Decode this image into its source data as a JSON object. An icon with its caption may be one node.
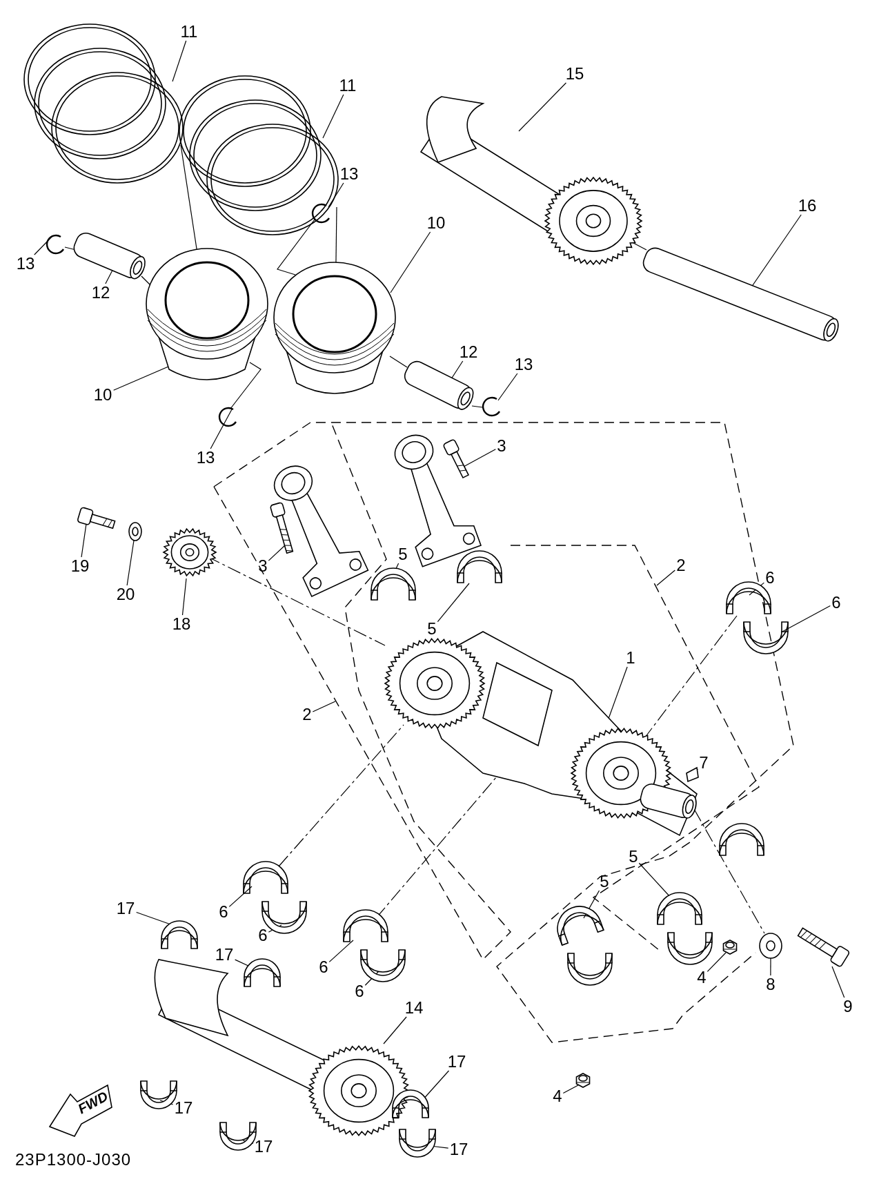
{
  "diagram": {
    "nodes": [
      {
        "text": [
          "11"
        ]
      },
      {
        "text": [
          "15"
        ]
      },
      {
        "text": [
          "11"
        ]
      },
      {
        "text": [
          "13"
        ]
      },
      {
        "text": [
          "16"
        ]
      },
      {
        "text": [
          "10"
        ]
      },
      {
        "text": [
          "13"
        ]
      },
      {
        "text": [
          "12"
        ]
      },
      {
        "text": [
          "12"
        ]
      },
      {
        "text": [
          "13"
        ]
      },
      {
        "text": [
          "10"
        ]
      },
      {
        "text": [
          "3"
        ]
      },
      {
        "text": [
          "13"
        ]
      },
      {
        "text": [
          "19"
        ]
      },
      {
        "text": [
          "3"
        ]
      },
      {
        "text": [
          "5"
        ]
      },
      {
        "text": [
          "2"
        ]
      },
      {
        "text": [
          "6"
        ]
      },
      {
        "text": [
          "20"
        ]
      },
      {
        "text": [
          "6"
        ]
      },
      {
        "text": [
          "18"
        ]
      },
      {
        "text": [
          "5"
        ]
      },
      {
        "text": [
          "1"
        ]
      },
      {
        "text": [
          "2"
        ]
      },
      {
        "text": [
          "7"
        ]
      },
      {
        "text": [
          "5"
        ]
      },
      {
        "text": [
          "5"
        ]
      },
      {
        "text": [
          "17"
        ]
      },
      {
        "text": [
          "6"
        ]
      },
      {
        "text": [
          "6"
        ]
      },
      {
        "text": [
          "17"
        ]
      },
      {
        "text": [
          "6"
        ]
      },
      {
        "text": [
          "4"
        ]
      },
      {
        "text": [
          "8"
        ]
      },
      {
        "text": [
          "6"
        ]
      },
      {
        "text": [
          "9"
        ]
      },
      {
        "text": [
          "14"
        ]
      },
      {
        "text": [
          "17"
        ]
      },
      {
        "text": [
          "4"
        ]
      },
      {
        "text": [
          "17"
        ]
      },
      {
        "text": [
          "17"
        ]
      },
      {
        "text": [
          "17"
        ]
      },
      {
        "text": [],
        "shape": "picture"
      },
      {
        "text": [],
        "shape": "picture"
      },
      {
        "text": [],
        "shape": "picture"
      },
      {
        "text": [],
        "shape": "picture"
      },
      {
        "text": [],
        "shape": "picture"
      },
      {
        "text": [],
        "shape": "picture"
      },
      {
        "text": [],
        "shape": "picture"
      },
      {
        "text": [],
        "shape": "picture"
      },
      {
        "text": [],
        "shape": "picture"
      },
      {
        "text": [],
        "shape": "picture"
      },
      {
        "text": [],
        "shape": "picture"
      },
      {
        "text": [],
        "shape": "picture"
      },
      {
        "text": [],
        "shape": "picture"
      },
      {
        "text": [],
        "shape": "picture"
      },
      {
        "text": [],
        "shape": "picture"
      },
      {
        "text": [],
        "shape": "picture"
      },
      {
        "text": [],
        "shape": "picture"
      },
      {
        "text": [],
        "shape": "picture"
      },
      {
        "text": [],
        "shape": "picture"
      },
      {
        "text": [],
        "shape": "picture"
      },
      {
        "text": [],
        "shape": "picture"
      },
      {
        "text": [],
        "shape": "picture"
      },
      {
        "text": [],
        "shape": "picture"
      },
      {
        "text": [],
        "shape": "picture"
      },
      {
        "text": [],
        "shape": "picture"
      },
      {
        "text": [],
        "shape": "picture"
      },
      {
        "text": [],
        "shape": "picture"
      },
      {
        "text": [],
        "shape": "picture"
      },
      {
        "text": [],
        "shape": "picture"
      },
      {
        "text": [],
        "shape": "picture"
      },
      {
        "text": [],
        "shape": "picture"
      },
      {
        "text": [],
        "shape": "picture"
      },
      {
        "text": [],
        "shape": "picture"
      },
      {
        "text": [],
        "shape": "picture"
      },
      {
        "text": [],
        "shape": "picture"
      },
      {
        "text": [],
        "shape": "picture"
      },
      {
        "text": [],
        "shape": "picture"
      },
      {
        "text": [],
        "shape": "picture"
      },
      {
        "text": [],
        "shape": "picture"
      },
      {
        "text": [],
        "shape": "picture"
      },
      {
        "text": [],
        "shape": "picture"
      },
      {
        "text": [],
        "shape": "picture"
      },
      {
        "text": [],
        "shape": "picture"
      },
      {
        "text": [],
        "shape": "picture"
      },
      {
        "text": [],
        "shape": "picture"
      }
    ],
    "edges": [
      {
        "from": 0,
        "to": 42,
        "arrow": "none"
      },
      {
        "from": 1,
        "to": 52,
        "arrow": "none"
      },
      {
        "from": 2,
        "to": 43,
        "arrow": "none"
      },
      {
        "from": 3,
        "to": 49,
        "arrow": "none"
      },
      {
        "from": 4,
        "to": 53,
        "arrow": "none"
      },
      {
        "from": 5,
        "to": 45,
        "arrow": "none"
      },
      {
        "from": 6,
        "to": 48,
        "arrow": "none"
      },
      {
        "from": 7,
        "to": 46,
        "arrow": "none"
      },
      {
        "from": 8,
        "to": 47,
        "arrow": "none"
      },
      {
        "from": 9,
        "to": 51,
        "arrow": "none"
      },
      {
        "from": 10,
        "to": 44,
        "arrow": "none"
      },
      {
        "from": 11,
        "to": 57,
        "arrow": "none"
      },
      {
        "from": 12,
        "to": 50,
        "arrow": "none"
      },
      {
        "from": 13,
        "to": 58,
        "arrow": "none"
      },
      {
        "from": 14,
        "to": 56,
        "arrow": "none"
      },
      {
        "from": 15,
        "to": 68,
        "arrow": "none"
      },
      {
        "from": 16,
        "to": null,
        "arrow": "none"
      },
      {
        "from": 17,
        "to": 62,
        "arrow": "none"
      },
      {
        "from": 18,
        "to": 59,
        "arrow": "none"
      },
      {
        "from": 19,
        "to": 63,
        "arrow": "none"
      },
      {
        "from": 20,
        "to": 60,
        "arrow": "none"
      },
      {
        "from": 21,
        "to": 69,
        "arrow": "none"
      },
      {
        "from": 22,
        "to": 61,
        "arrow": "none"
      },
      {
        "from": 23,
        "to": null,
        "arrow": "none"
      },
      {
        "from": 24,
        "to": 77,
        "arrow": "none"
      },
      {
        "from": 25,
        "to": 71,
        "arrow": "none"
      },
      {
        "from": 26,
        "to": 70,
        "arrow": "none"
      },
      {
        "from": 27,
        "to": 81,
        "arrow": "none"
      },
      {
        "from": 28,
        "to": 64,
        "arrow": "none"
      },
      {
        "from": 29,
        "to": 65,
        "arrow": "none"
      },
      {
        "from": 30,
        "to": 82,
        "arrow": "none"
      },
      {
        "from": 31,
        "to": 66,
        "arrow": "none"
      },
      {
        "from": 32,
        "to": 75,
        "arrow": "none"
      },
      {
        "from": 33,
        "to": 78,
        "arrow": "none"
      },
      {
        "from": 34,
        "to": 67,
        "arrow": "none"
      },
      {
        "from": 35,
        "to": 79,
        "arrow": "none"
      },
      {
        "from": 36,
        "to": 80,
        "arrow": "none"
      },
      {
        "from": 37,
        "to": 85,
        "arrow": "none"
      },
      {
        "from": 38,
        "to": 76,
        "arrow": "none"
      },
      {
        "from": 39,
        "to": 83,
        "arrow": "none"
      },
      {
        "from": 40,
        "to": 84,
        "arrow": "none"
      },
      {
        "from": 41,
        "to": 86,
        "arrow": "none"
      },
      {
        "from": 42,
        "to": 44,
        "arrow": "none"
      },
      {
        "from": 43,
        "to": 45,
        "arrow": "none"
      },
      {
        "from": 52,
        "to": 53,
        "arrow": "none"
      },
      {
        "from": 48,
        "to": 46,
        "arrow": "none"
      },
      {
        "from": 46,
        "to": 44,
        "arrow": "none"
      },
      {
        "from": 47,
        "to": 45,
        "arrow": "none"
      },
      {
        "from": 51,
        "to": 47,
        "arrow": "none"
      },
      {
        "from": 44,
        "to": 50,
        "arrow": "none"
      },
      {
        "from": 45,
        "to": 49,
        "arrow": "none"
      },
      {
        "from": 60,
        "to": 61,
        "arrow": "none",
        "style": "dashed"
      },
      {
        "from": 64,
        "to": 61,
        "arrow": "none",
        "style": "dashed"
      },
      {
        "from": 66,
        "to": 61,
        "arrow": "none",
        "style": "dashed"
      },
      {
        "from": 62,
        "to": 61,
        "arrow": "none",
        "style": "dashed"
      },
      {
        "from": 61,
        "to": 78,
        "arrow": "none",
        "style": "dashed"
      }
    ],
    "labels": [
      "FWD",
      "23P1300-J030"
    ]
  }
}
